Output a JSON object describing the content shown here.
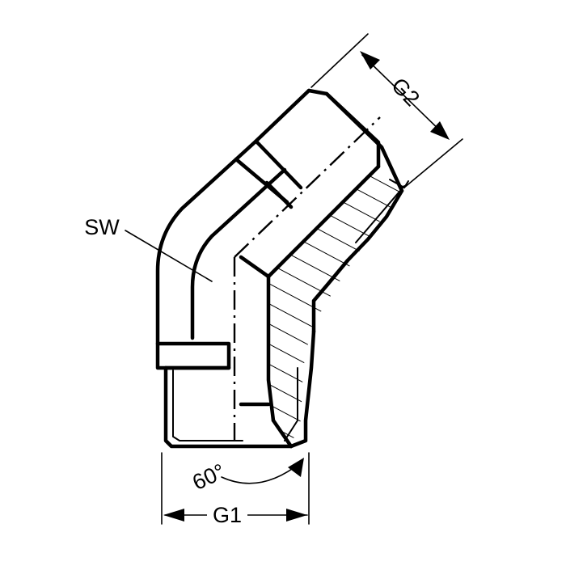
{
  "labels": {
    "sw": "SW",
    "g1": "G1",
    "g2": "G2",
    "angle": "60°"
  },
  "colors": {
    "line": "#000000",
    "background": "#ffffff"
  }
}
